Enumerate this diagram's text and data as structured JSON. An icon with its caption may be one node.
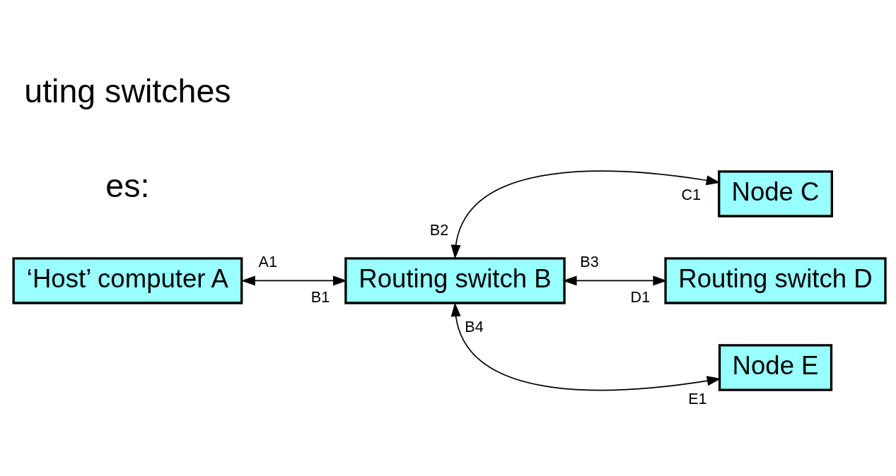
{
  "diagram": {
    "nodes": [
      {
        "text": [
          "‘Host’ computer A"
        ],
        "beside": [
          "A1"
        ]
      },
      {
        "text": [
          "Routing switch B"
        ],
        "beside": [
          "B1",
          "B2",
          "B3",
          "B4"
        ]
      },
      {
        "text": [
          "Node C"
        ],
        "beside": [
          "C1"
        ]
      },
      {
        "text": [
          "Routing switch D"
        ],
        "beside": [
          "D1"
        ]
      },
      {
        "text": [
          "Node E"
        ],
        "beside": [
          "E1"
        ]
      }
    ],
    "edges": [
      {
        "from": 0,
        "to": 1,
        "arrow": "both"
      },
      {
        "from": 1,
        "to": 2,
        "arrow": "both"
      },
      {
        "from": 1,
        "to": 3,
        "arrow": "both"
      },
      {
        "from": 1,
        "to": 4,
        "arrow": "both"
      }
    ],
    "labels": [
      "es:",
      "uting switches"
    ]
  }
}
